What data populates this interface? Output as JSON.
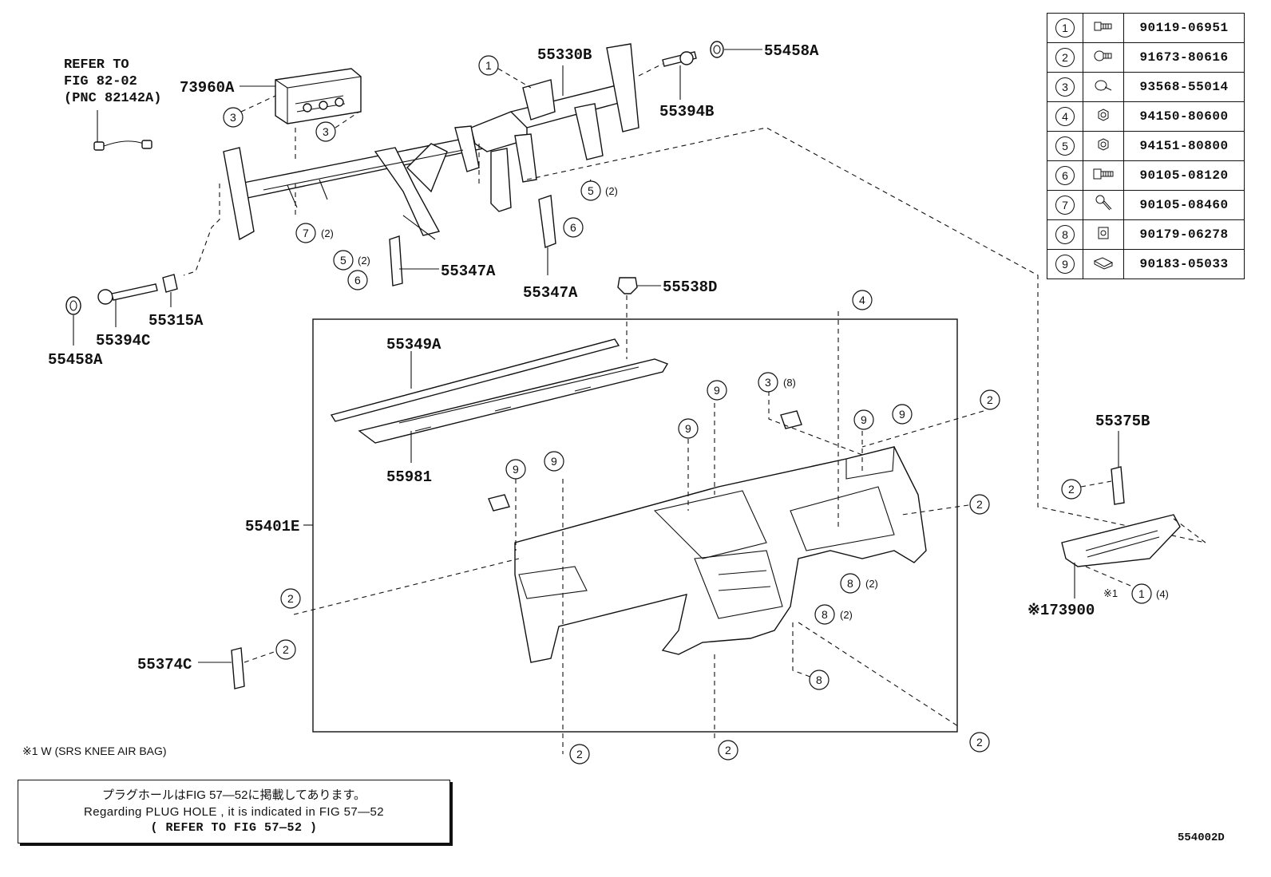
{
  "refer_note": {
    "line1": "REFER TO",
    "line2": "FIG 82-02",
    "line3": "(PNC 82142A)"
  },
  "part_labels": {
    "p55330B": "55330B",
    "p55458A_top": "55458A",
    "p73960A": "73960A",
    "p55394B": "55394B",
    "p55347A_left": "55347A",
    "p55347A_mid": "55347A",
    "p55538D": "55538D",
    "p55315A": "55315A",
    "p55394C": "55394C",
    "p55458A_bottom": "55458A",
    "p55349A": "55349A",
    "p55981": "55981",
    "p55401E": "55401E",
    "p55374C": "55374C",
    "p55375B": "55375B",
    "p73900": "※173900"
  },
  "callout_numbers": {
    "one": "1",
    "two": "2",
    "three": "3",
    "four": "4",
    "five": "5",
    "six": "6",
    "seven": "7",
    "eight": "8",
    "nine": "9"
  },
  "qty": {
    "q2": "(2)",
    "q8": "(8)",
    "q4": "(4)"
  },
  "knee_ref_mark": "※1",
  "fastener_table": [
    {
      "index": "1",
      "icon": "bolt-flange-icon",
      "part_number": "90119-06951"
    },
    {
      "index": "2",
      "icon": "screw-washer-icon",
      "part_number": "91673-80616"
    },
    {
      "index": "3",
      "icon": "tapping-screw-icon",
      "part_number": "93568-55014"
    },
    {
      "index": "4",
      "icon": "nut-icon",
      "part_number": "94150-80600"
    },
    {
      "index": "5",
      "icon": "nut-icon",
      "part_number": "94151-80800"
    },
    {
      "index": "6",
      "icon": "bolt-icon",
      "part_number": "90105-08120"
    },
    {
      "index": "7",
      "icon": "bolt-angled-icon",
      "part_number": "90105-08460"
    },
    {
      "index": "8",
      "icon": "clip-nut-icon",
      "part_number": "90179-06278"
    },
    {
      "index": "9",
      "icon": "speed-nut-icon",
      "part_number": "90183-05033"
    }
  ],
  "footnote_srs": "※1 W (SRS KNEE AIR BAG)",
  "plug_note": {
    "jp": "プラグホールはFIG 57—52に掲載してあります。",
    "en": "Regarding  PLUG HOLE , it is indicated  in  FIG 57—52",
    "refer": "(   REFER  TO  FIG  57—52   )"
  },
  "figure_code": "554002D"
}
